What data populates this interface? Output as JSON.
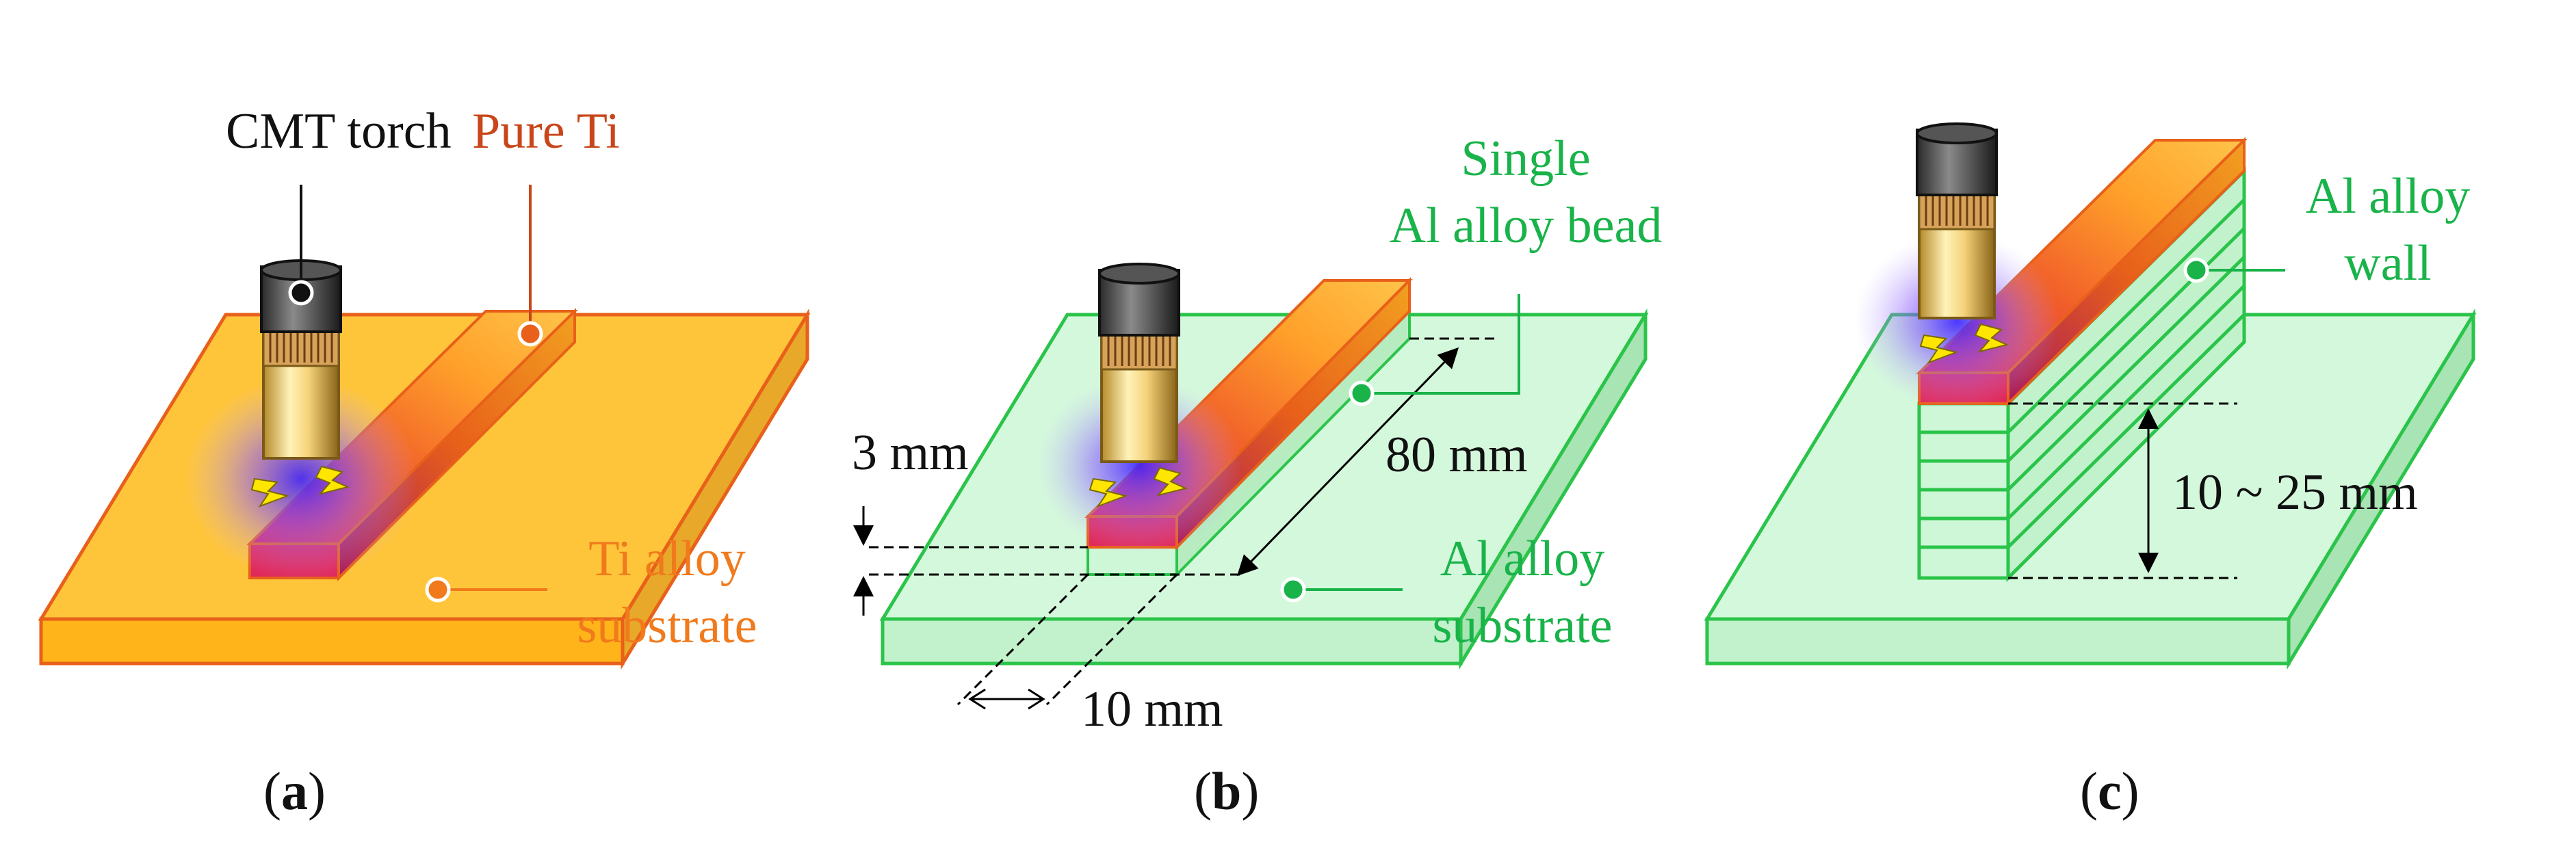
{
  "colors": {
    "ti_fill": "#ffc53a",
    "ti_stroke": "#e8601a",
    "al_fill": "#cdf7d6",
    "al_stroke": "#2bc44a",
    "green_text": "#19b34a",
    "orange_text": "#f07a1c",
    "red_text": "#c9461a",
    "arc_glow": "#5a3cff"
  },
  "panel_a": {
    "torch_label": "CMT torch",
    "pure_ti_label": "Pure Ti",
    "substrate_line1": "Ti alloy",
    "substrate_line2": "substrate",
    "caption_open": "(",
    "caption_letter": "a",
    "caption_close": ")"
  },
  "panel_b": {
    "bead_line1": "Single",
    "bead_line2": "Al alloy bead",
    "thickness_dim": "3 mm",
    "length_dim": "80 mm",
    "width_dim": "10 mm",
    "substrate_line1": "Al alloy",
    "substrate_line2": "substrate",
    "caption_open": "(",
    "caption_letter": "b",
    "caption_close": ")"
  },
  "panel_c": {
    "wall_line1": "Al alloy",
    "wall_line2": "wall",
    "height_dim": "10 ~ 25 mm",
    "caption_open": "(",
    "caption_letter": "c",
    "caption_close": ")"
  }
}
